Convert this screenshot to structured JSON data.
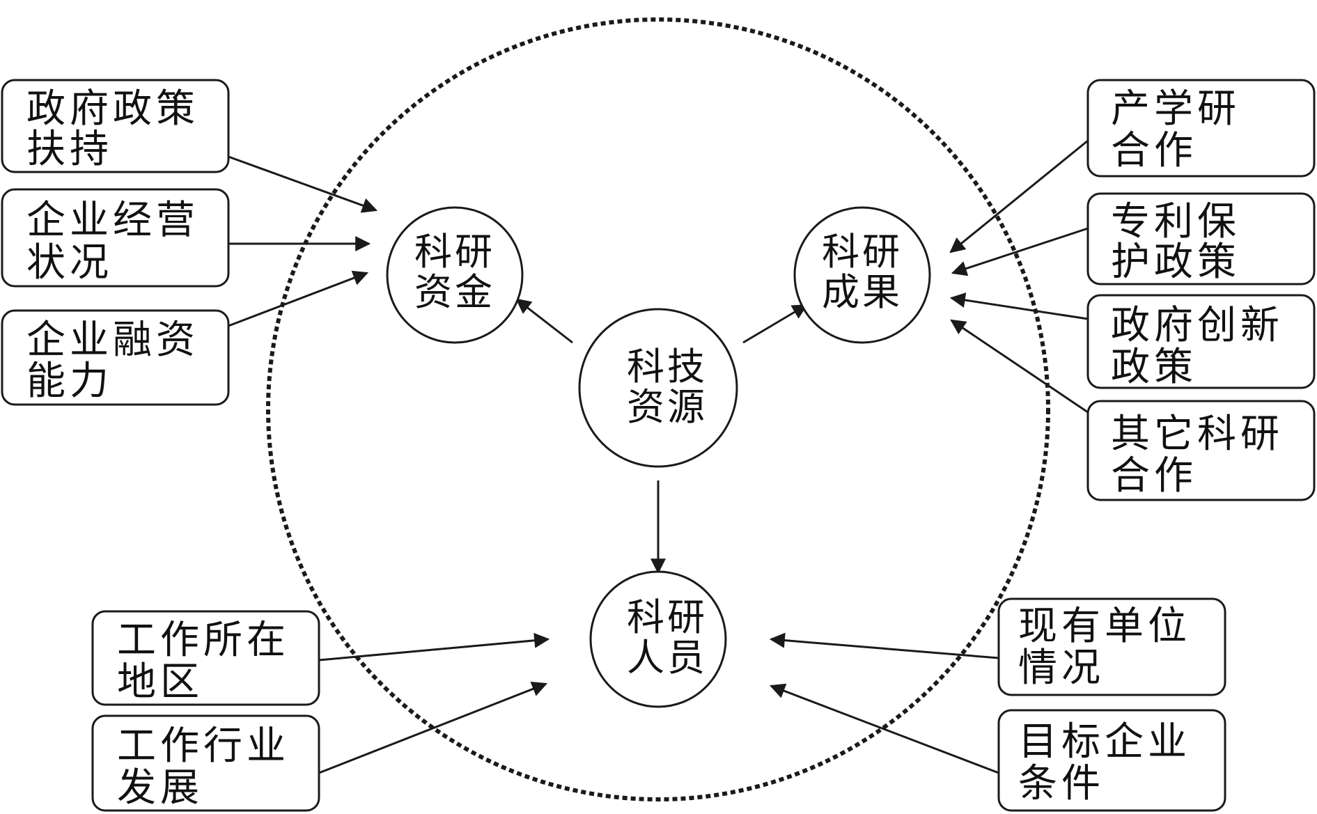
{
  "center": {
    "line1": "科技",
    "line2": "资源"
  },
  "nodes": {
    "funds": {
      "line1": "科研",
      "line2": "资金"
    },
    "results": {
      "line1": "科研",
      "line2": "成果"
    },
    "staff": {
      "line1": "科研",
      "line2": "人员"
    }
  },
  "factors": {
    "gov_policy": {
      "line1": "政府政策",
      "line2": "扶持"
    },
    "business_status": {
      "line1": "企业经营",
      "line2": "状况"
    },
    "financing_ability": {
      "line1": "企业融资",
      "line2": "能力"
    },
    "iur_coop": {
      "line1": "产学研",
      "line2": "合作"
    },
    "patent_policy": {
      "line1": "专利保",
      "line2": "护政策"
    },
    "gov_innovation": {
      "line1": "政府创新",
      "line2": "政策"
    },
    "other_coop": {
      "line1": "其它科研",
      "line2": "合作"
    },
    "work_location": {
      "line1": "工作所在",
      "line2": "地区"
    },
    "industry_dev": {
      "line1": "工作行业",
      "line2": "发展"
    },
    "current_unit": {
      "line1": "现有单位",
      "line2": "情况"
    },
    "target_company": {
      "line1": "目标企业",
      "line2": "条件"
    }
  },
  "colors": {
    "stroke": "#1a1a1a",
    "background": "#ffffff"
  }
}
